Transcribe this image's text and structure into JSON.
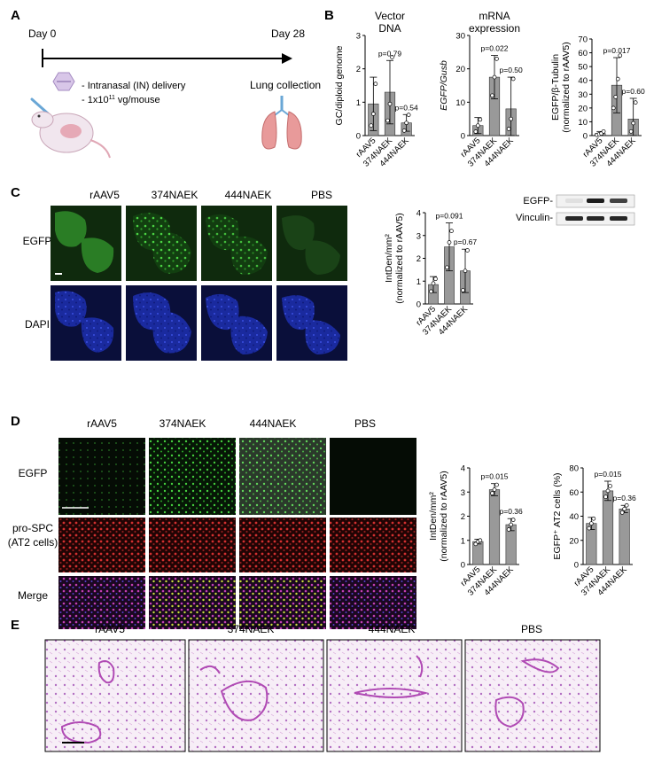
{
  "panels": {
    "A": {
      "letter": "A",
      "day0": "Day 0",
      "day28": "Day 28",
      "delivery_line": "- Intranasal (IN) delivery",
      "dose_prefix": "- 1x10",
      "dose_sup": "11",
      "dose_suffix": " vg/mouse",
      "collection": "Lung collection"
    },
    "B": {
      "letter": "B"
    },
    "C": {
      "letter": "C",
      "col_labels": [
        "rAAV5",
        "374NAEK",
        "444NAEK",
        "PBS"
      ],
      "row_labels": [
        "EGFP",
        "DAPI"
      ]
    },
    "D": {
      "letter": "D",
      "col_labels": [
        "rAAV5",
        "374NAEK",
        "444NAEK",
        "PBS"
      ],
      "row_labels": [
        "EGFP",
        "pro-SPC",
        "(AT2 cells)",
        "Merge"
      ]
    },
    "E": {
      "letter": "E",
      "col_labels": [
        "rAAV5",
        "374NAEK",
        "444NAEK",
        "PBS"
      ]
    }
  },
  "western_blot": {
    "bands": [
      "EGFP-",
      "Vinculin-"
    ],
    "egfp_intensities": [
      0.08,
      0.95,
      0.78
    ]
  },
  "colors": {
    "bar": "#999999",
    "egfp": "#3fbf3a",
    "dapi": "#2431c8",
    "prospc": "#c22a2a",
    "he_pink": "#c05cc0"
  },
  "chart_data": [
    {
      "id": "vector-dna",
      "type": "bar",
      "title": "Vector DNA",
      "ylabel": "GC/diploid genome",
      "categories": [
        "rAAV5",
        "374NAEK",
        "444NAEK"
      ],
      "values": [
        0.95,
        1.3,
        0.38
      ],
      "sd": [
        0.8,
        0.95,
        0.25
      ],
      "points": [
        [
          0.3,
          0.65,
          1.55
        ],
        [
          0.45,
          0.95,
          2.35
        ],
        [
          0.15,
          0.38,
          0.62
        ]
      ],
      "pvalues": [
        "",
        "p=0.79",
        "p=0.54"
      ],
      "ylim": [
        0,
        3
      ],
      "yticks": [
        0,
        1,
        2,
        3
      ]
    },
    {
      "id": "mrna",
      "type": "bar",
      "title": "mRNA expression",
      "ylabel": "EGFP/Gusb",
      "categories": [
        "rAAV5",
        "374NAEK",
        "444NAEK"
      ],
      "values": [
        3,
        17.5,
        8
      ],
      "sd": [
        2.4,
        6.5,
        9.5
      ],
      "points": [
        [
          1.2,
          3,
          4.8
        ],
        [
          12,
          17.5,
          23
        ],
        [
          2,
          5,
          17
        ]
      ],
      "pvalues": [
        "",
        "p=0.022",
        "p=0.50"
      ],
      "ylim": [
        0,
        30
      ],
      "yticks": [
        0,
        10,
        20,
        30
      ]
    },
    {
      "id": "western-quant",
      "type": "bar",
      "title": "",
      "ylabel": "EGFP/β-Tubulin (normalized to rAAV5)",
      "categories": [
        "rAAV5",
        "374NAEK",
        "444NAEK"
      ],
      "values": [
        1.5,
        36.5,
        12
      ],
      "sd": [
        1.5,
        20,
        15
      ],
      "points": [
        [
          0.5,
          1,
          1.5,
          3
        ],
        [
          20,
          28,
          41,
          58
        ],
        [
          3,
          9,
          24
        ]
      ],
      "pvalues": [
        "",
        "p=0.017",
        "p=0.60"
      ],
      "ylim": [
        0,
        70
      ],
      "yticks": [
        0,
        10,
        20,
        30,
        40,
        50,
        60,
        70
      ]
    },
    {
      "id": "c-intden",
      "type": "bar",
      "title": "",
      "ylabel": "IntDen/mm² (normalized to rAAV5)",
      "categories": [
        "rAAV5",
        "374NAEK",
        "444NAEK"
      ],
      "values": [
        0.85,
        2.5,
        1.45
      ],
      "sd": [
        0.35,
        1.05,
        0.95
      ],
      "points": [
        [
          0.55,
          0.9,
          1.1
        ],
        [
          1.6,
          2.7,
          3.2
        ],
        [
          0.6,
          1.45,
          2.35
        ]
      ],
      "pvalues": [
        "",
        "p=0.091",
        "p=0.67"
      ],
      "ylim": [
        0,
        4
      ],
      "yticks": [
        0,
        1,
        2,
        3,
        4
      ]
    },
    {
      "id": "d-intden",
      "type": "bar",
      "title": "",
      "ylabel": "IntDen/mm² (normalized to rAAV5)",
      "categories": [
        "rAAV5",
        "374NAEK",
        "444NAEK"
      ],
      "values": [
        0.95,
        3.1,
        1.65
      ],
      "sd": [
        0.1,
        0.25,
        0.25
      ],
      "points": [
        [
          0.85,
          0.95,
          1.0
        ],
        [
          2.95,
          3.1,
          3.3
        ],
        [
          1.45,
          1.65,
          1.85
        ]
      ],
      "pvalues": [
        "",
        "p=0.015",
        "p=0.36"
      ],
      "ylim": [
        0,
        4
      ],
      "yticks": [
        0,
        1,
        2,
        3,
        4
      ]
    },
    {
      "id": "d-at2",
      "type": "bar",
      "title": "",
      "ylabel": "EGFP⁺ AT2 cells (%)",
      "categories": [
        "rAAV5",
        "374NAEK",
        "444NAEK"
      ],
      "values": [
        34,
        61,
        46
      ],
      "sd": [
        5,
        8,
        3
      ],
      "points": [
        [
          30,
          34,
          38
        ],
        [
          56,
          61,
          65
        ],
        [
          43,
          46,
          49
        ]
      ],
      "pvalues": [
        "",
        "p=0.015",
        "p=0.36"
      ],
      "ylim": [
        0,
        80
      ],
      "yticks": [
        0,
        20,
        40,
        60,
        80
      ]
    }
  ]
}
